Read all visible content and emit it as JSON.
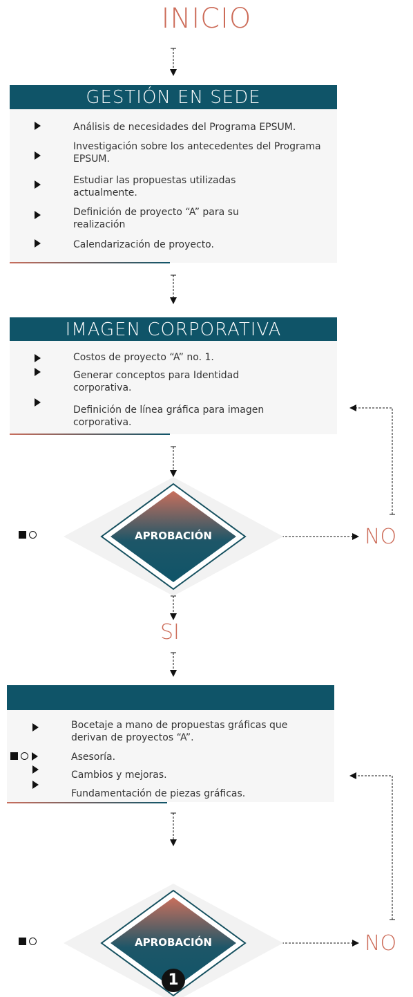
{
  "start": "INICIO",
  "section1": {
    "title": "GESTIÓN EN SEDE",
    "items": [
      "Análisis de necesidades del Programa EPSUM.",
      "Investigación sobre los antecedentes del Programa EPSUM.",
      "Estudiar las propuestas utilizadas actualmente.",
      "Definición de proyecto “A”  para su realización",
      "Calendarización de proyecto."
    ]
  },
  "section2": {
    "title": "IMAGEN CORPORATIVA",
    "items": [
      "Costos de proyecto “A” no. 1.",
      "Generar conceptos para Identidad corporativa.",
      "Definición de línea gráfica para imagen corporativa."
    ]
  },
  "decision1": {
    "label": "APROBACIÓN",
    "no": "NO",
    "yes": "SI"
  },
  "section3": {
    "title": "",
    "items": [
      "Bocetaje a mano de propuestas gráficas que derivan de proyectos “A”.",
      "Asesoría.",
      "Cambios y mejoras.",
      "Fundamentación de piezas gráficas."
    ]
  },
  "decision2": {
    "label": "APROBACIÓN",
    "no": "NO"
  },
  "connector": "1",
  "colors": {
    "accent": "#cc6b58",
    "header": "#0f5468",
    "panel": "#f6f6f6"
  }
}
